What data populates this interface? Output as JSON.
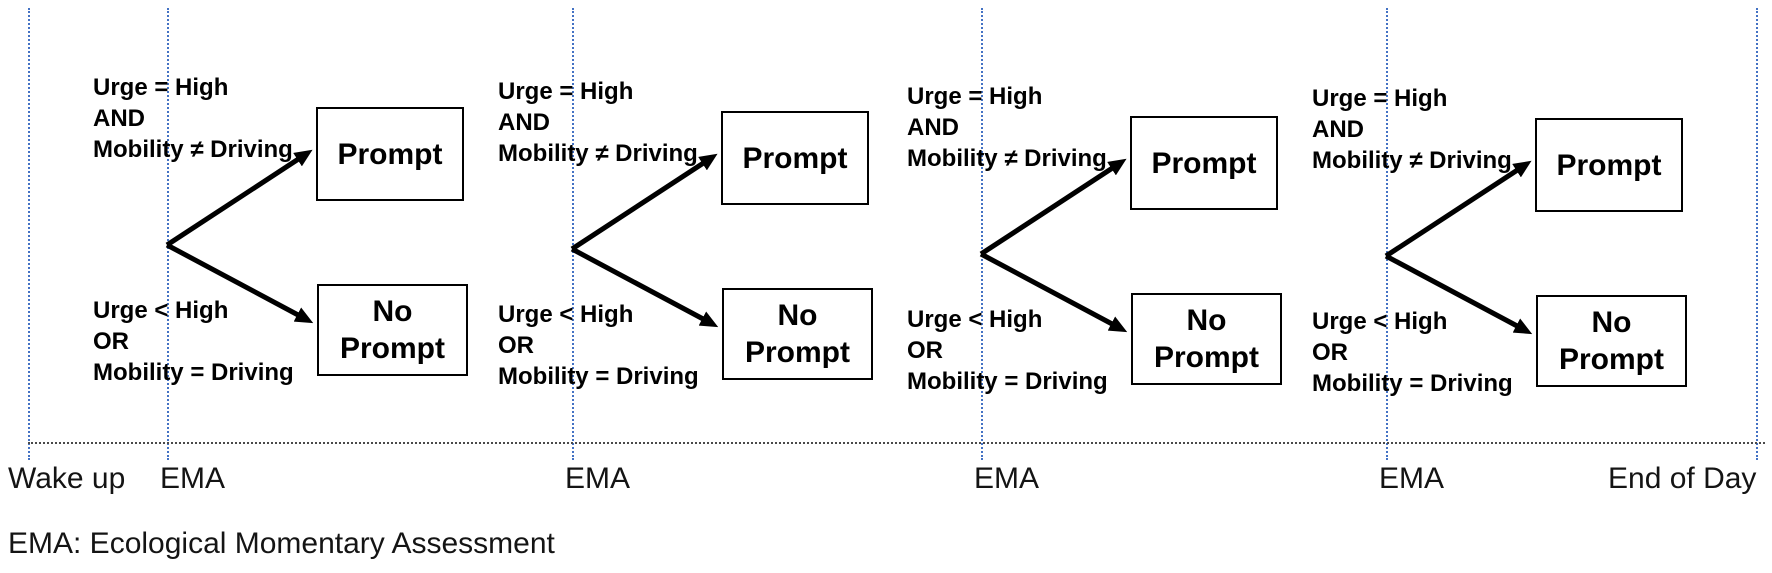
{
  "figure": {
    "footnote": "EMA: Ecological Momentary Assessment"
  },
  "timeline": {
    "markers": [
      {
        "label": "Wake up"
      },
      {
        "label": "EMA"
      },
      {
        "label": "EMA"
      },
      {
        "label": "EMA"
      },
      {
        "label": "EMA"
      },
      {
        "label": "End of Day"
      }
    ]
  },
  "decision_trees": [
    {
      "upper_condition": "Urge = High\nAND\nMobility ≠ Driving",
      "upper_outcome": "Prompt",
      "lower_condition": "Urge < High\nOR\nMobility = Driving",
      "lower_outcome": "No\nPrompt"
    },
    {
      "upper_condition": "Urge = High\nAND\nMobility ≠ Driving",
      "upper_outcome": "Prompt",
      "lower_condition": "Urge < High\nOR\nMobility = Driving",
      "lower_outcome": "No\nPrompt"
    },
    {
      "upper_condition": "Urge = High\nAND\nMobility ≠ Driving",
      "upper_outcome": "Prompt",
      "lower_condition": "Urge < High\nOR\nMobility = Driving",
      "lower_outcome": "No\nPrompt"
    },
    {
      "upper_condition": "Urge = High\nAND\nMobility ≠ Driving",
      "upper_outcome": "Prompt",
      "lower_condition": "Urge < High\nOR\nMobility = Driving",
      "lower_outcome": "No\nPrompt"
    }
  ],
  "colors": {
    "marker_line": "#4472c4",
    "timeline_line": "#4a4a4a",
    "arrow": "#000000",
    "box_border": "#000000"
  }
}
